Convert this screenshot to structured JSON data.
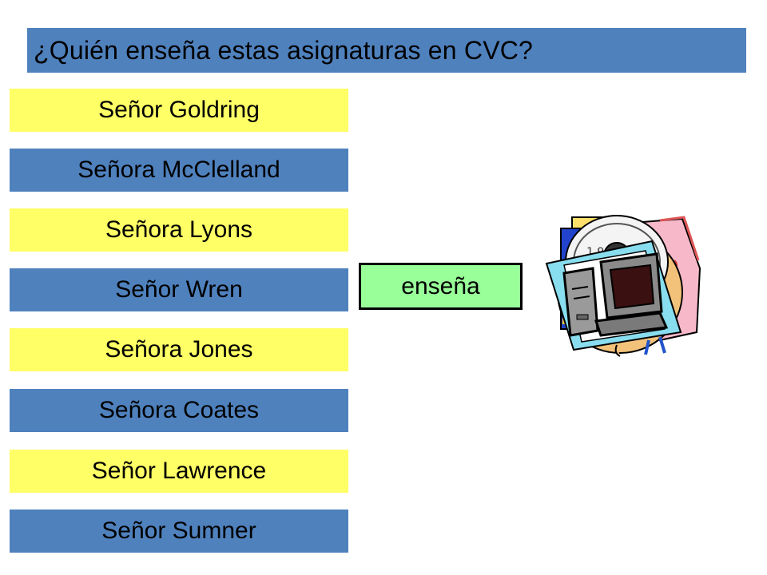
{
  "question": "¿Quién enseña estas asignaturas en CVC?",
  "teachers": [
    {
      "label": "Señor Goldring",
      "color": "#ffff66"
    },
    {
      "label": "Señora McClelland",
      "color": "#4f81bd"
    },
    {
      "label": "Señora Lyons",
      "color": "#ffff66"
    },
    {
      "label": "Señor Wren",
      "color": "#4f81bd"
    },
    {
      "label": "Señora Jones",
      "color": "#ffff66"
    },
    {
      "label": "Señora Coates",
      "color": "#4f81bd"
    },
    {
      "label": "Señor Lawrence",
      "color": "#ffff66"
    },
    {
      "label": "Señor Sumner",
      "color": "#4f81bd"
    }
  ],
  "verb": "enseña",
  "subject_image": "computer-clipart-icon",
  "colors": {
    "title_bar": "#4f81bd",
    "verb_box": "#99ff99"
  }
}
